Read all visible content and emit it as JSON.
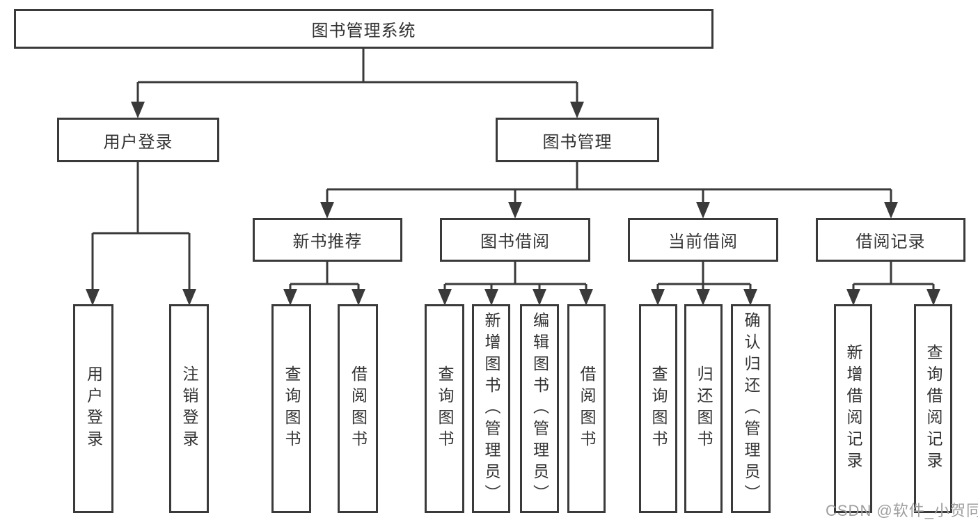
{
  "diagram": {
    "root": {
      "label": "图书管理系统"
    },
    "level2": [
      {
        "label": "用户登录"
      },
      {
        "label": "图书管理"
      }
    ],
    "level3": [
      {
        "label": "新书推荐",
        "parent": "图书管理"
      },
      {
        "label": "图书借阅",
        "parent": "图书管理"
      },
      {
        "label": "当前借阅",
        "parent": "图书管理"
      },
      {
        "label": "借阅记录",
        "parent": "图书管理"
      }
    ],
    "leaves": [
      {
        "label": "用户登录",
        "parent": "用户登录"
      },
      {
        "label": "注销登录",
        "parent": "用户登录"
      },
      {
        "label": "查询图书",
        "parent": "新书推荐"
      },
      {
        "label": "借阅图书",
        "parent": "新书推荐"
      },
      {
        "label": "查询图书",
        "parent": "图书借阅"
      },
      {
        "label": "新增图书（管理员）",
        "parent": "图书借阅"
      },
      {
        "label": "编辑图书（管理员）",
        "parent": "图书借阅"
      },
      {
        "label": "借阅图书",
        "parent": "图书借阅"
      },
      {
        "label": "查询图书",
        "parent": "当前借阅"
      },
      {
        "label": "归还图书",
        "parent": "当前借阅"
      },
      {
        "label": "确认归还（管理员）",
        "parent": "当前借阅"
      },
      {
        "label": "新增借阅记录",
        "parent": "借阅记录"
      },
      {
        "label": "查询借阅记录",
        "parent": "借阅记录"
      }
    ],
    "watermark": "CSDN @软件_小贺同学",
    "colors": {
      "line": "#3a3a3a",
      "text": "#333333",
      "background": "#ffffff",
      "watermark": "#9e9e9e"
    }
  }
}
